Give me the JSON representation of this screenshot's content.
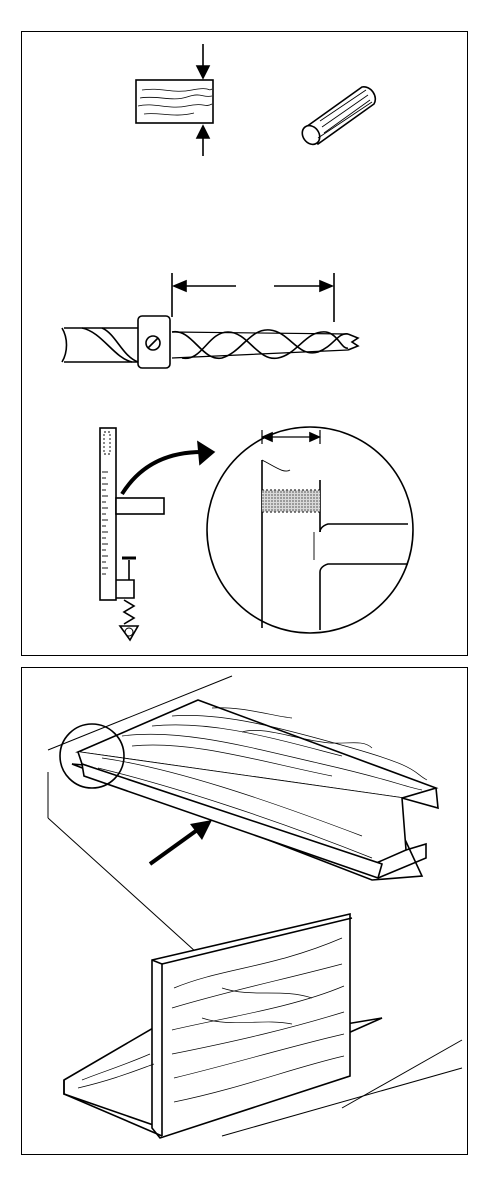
{
  "page": {
    "background": "#ffffff",
    "ink": "#000000"
  },
  "panels": [
    {
      "steps": [
        "measure-board-thickness",
        "dowel-pin",
        "set-drill-stop-collar",
        "clamp-gauge-setting"
      ]
    },
    {
      "steps": [
        "align-boards-edge-to-edge",
        "butt-joint-assembly"
      ]
    }
  ]
}
